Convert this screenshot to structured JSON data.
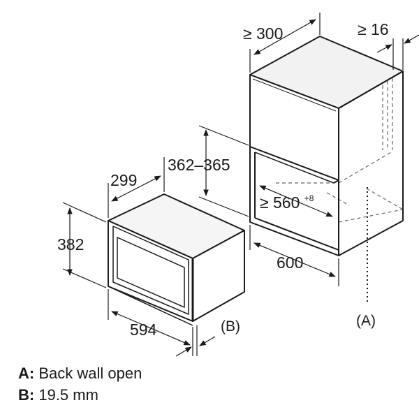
{
  "dimensions": {
    "niche_depth": "≥ 300",
    "ventilation_gap": "≥ 16",
    "niche_height": "362–365",
    "niche_width_base": "≥ 560",
    "niche_width_tolerance": "+8",
    "cabinet_width": "600",
    "appliance_depth": "299",
    "appliance_height": "382",
    "appliance_width": "594"
  },
  "callouts": {
    "a": "(A)",
    "b": "(B)"
  },
  "legend": {
    "a_key": "A:",
    "a_text": "Back wall open",
    "b_key": "B:",
    "b_text": "19.5 mm"
  },
  "colors": {
    "line": "#1a1a1a",
    "hidden_line": "#666666",
    "panel": "#f2f2f2"
  }
}
